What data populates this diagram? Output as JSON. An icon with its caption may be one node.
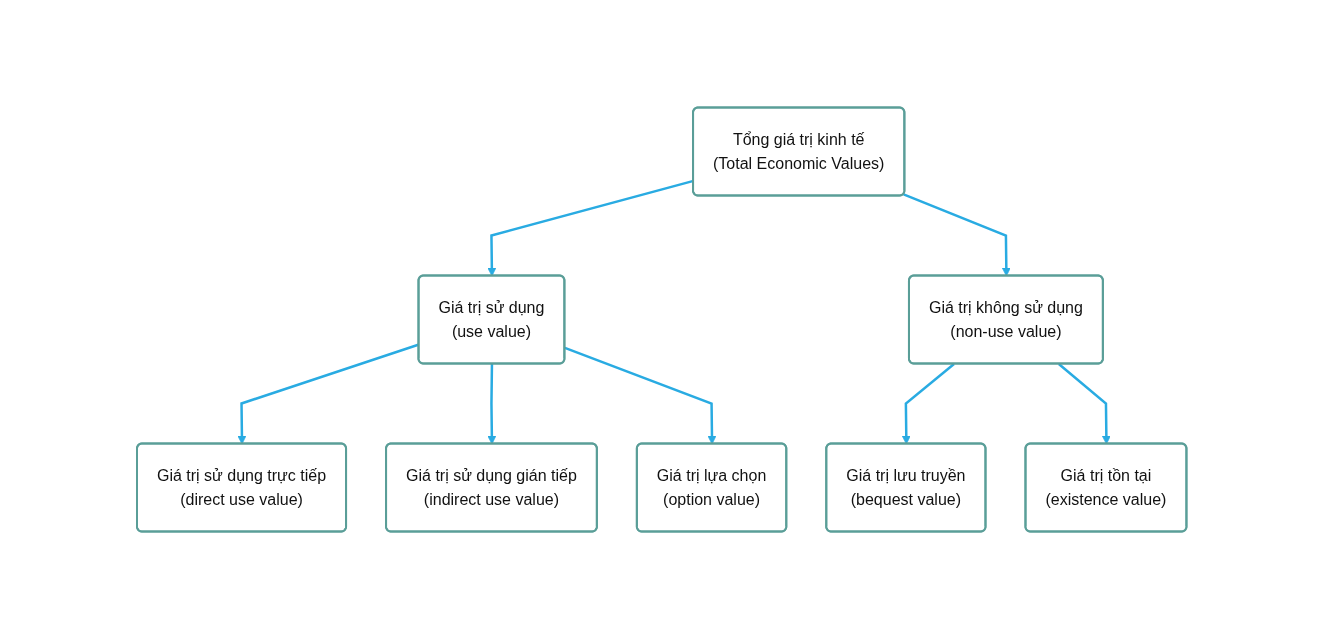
{
  "diagram": {
    "nodes": [
      {
        "text": [
          "Tổng giá trị kinh tế",
          "(Total Economic Values)"
        ]
      },
      {
        "text": [
          "Giá trị sử dụng",
          "(use value)"
        ]
      },
      {
        "text": [
          "Giá trị không sử dụng",
          "(non-use value)"
        ]
      },
      {
        "text": [
          "Giá trị sử dụng trực tiếp",
          "(direct use value)"
        ]
      },
      {
        "text": [
          "Giá trị sử dụng gián tiếp",
          "(indirect use value)"
        ]
      },
      {
        "text": [
          "Giá trị lựa chọn",
          "(option value)"
        ]
      },
      {
        "text": [
          "Giá trị lưu truyền",
          "(bequest value)"
        ]
      },
      {
        "text": [
          "Giá trị tồn tại",
          "(existence value)"
        ]
      }
    ],
    "edges": [
      {
        "from": 0,
        "to": 1,
        "arrow": "to"
      },
      {
        "from": 0,
        "to": 2,
        "arrow": "to"
      },
      {
        "from": 1,
        "to": 3,
        "arrow": "to"
      },
      {
        "from": 1,
        "to": 4,
        "arrow": "to"
      },
      {
        "from": 1,
        "to": 5,
        "arrow": "to"
      },
      {
        "from": 2,
        "to": 6,
        "arrow": "to"
      },
      {
        "from": 2,
        "to": 7,
        "arrow": "to"
      }
    ]
  }
}
